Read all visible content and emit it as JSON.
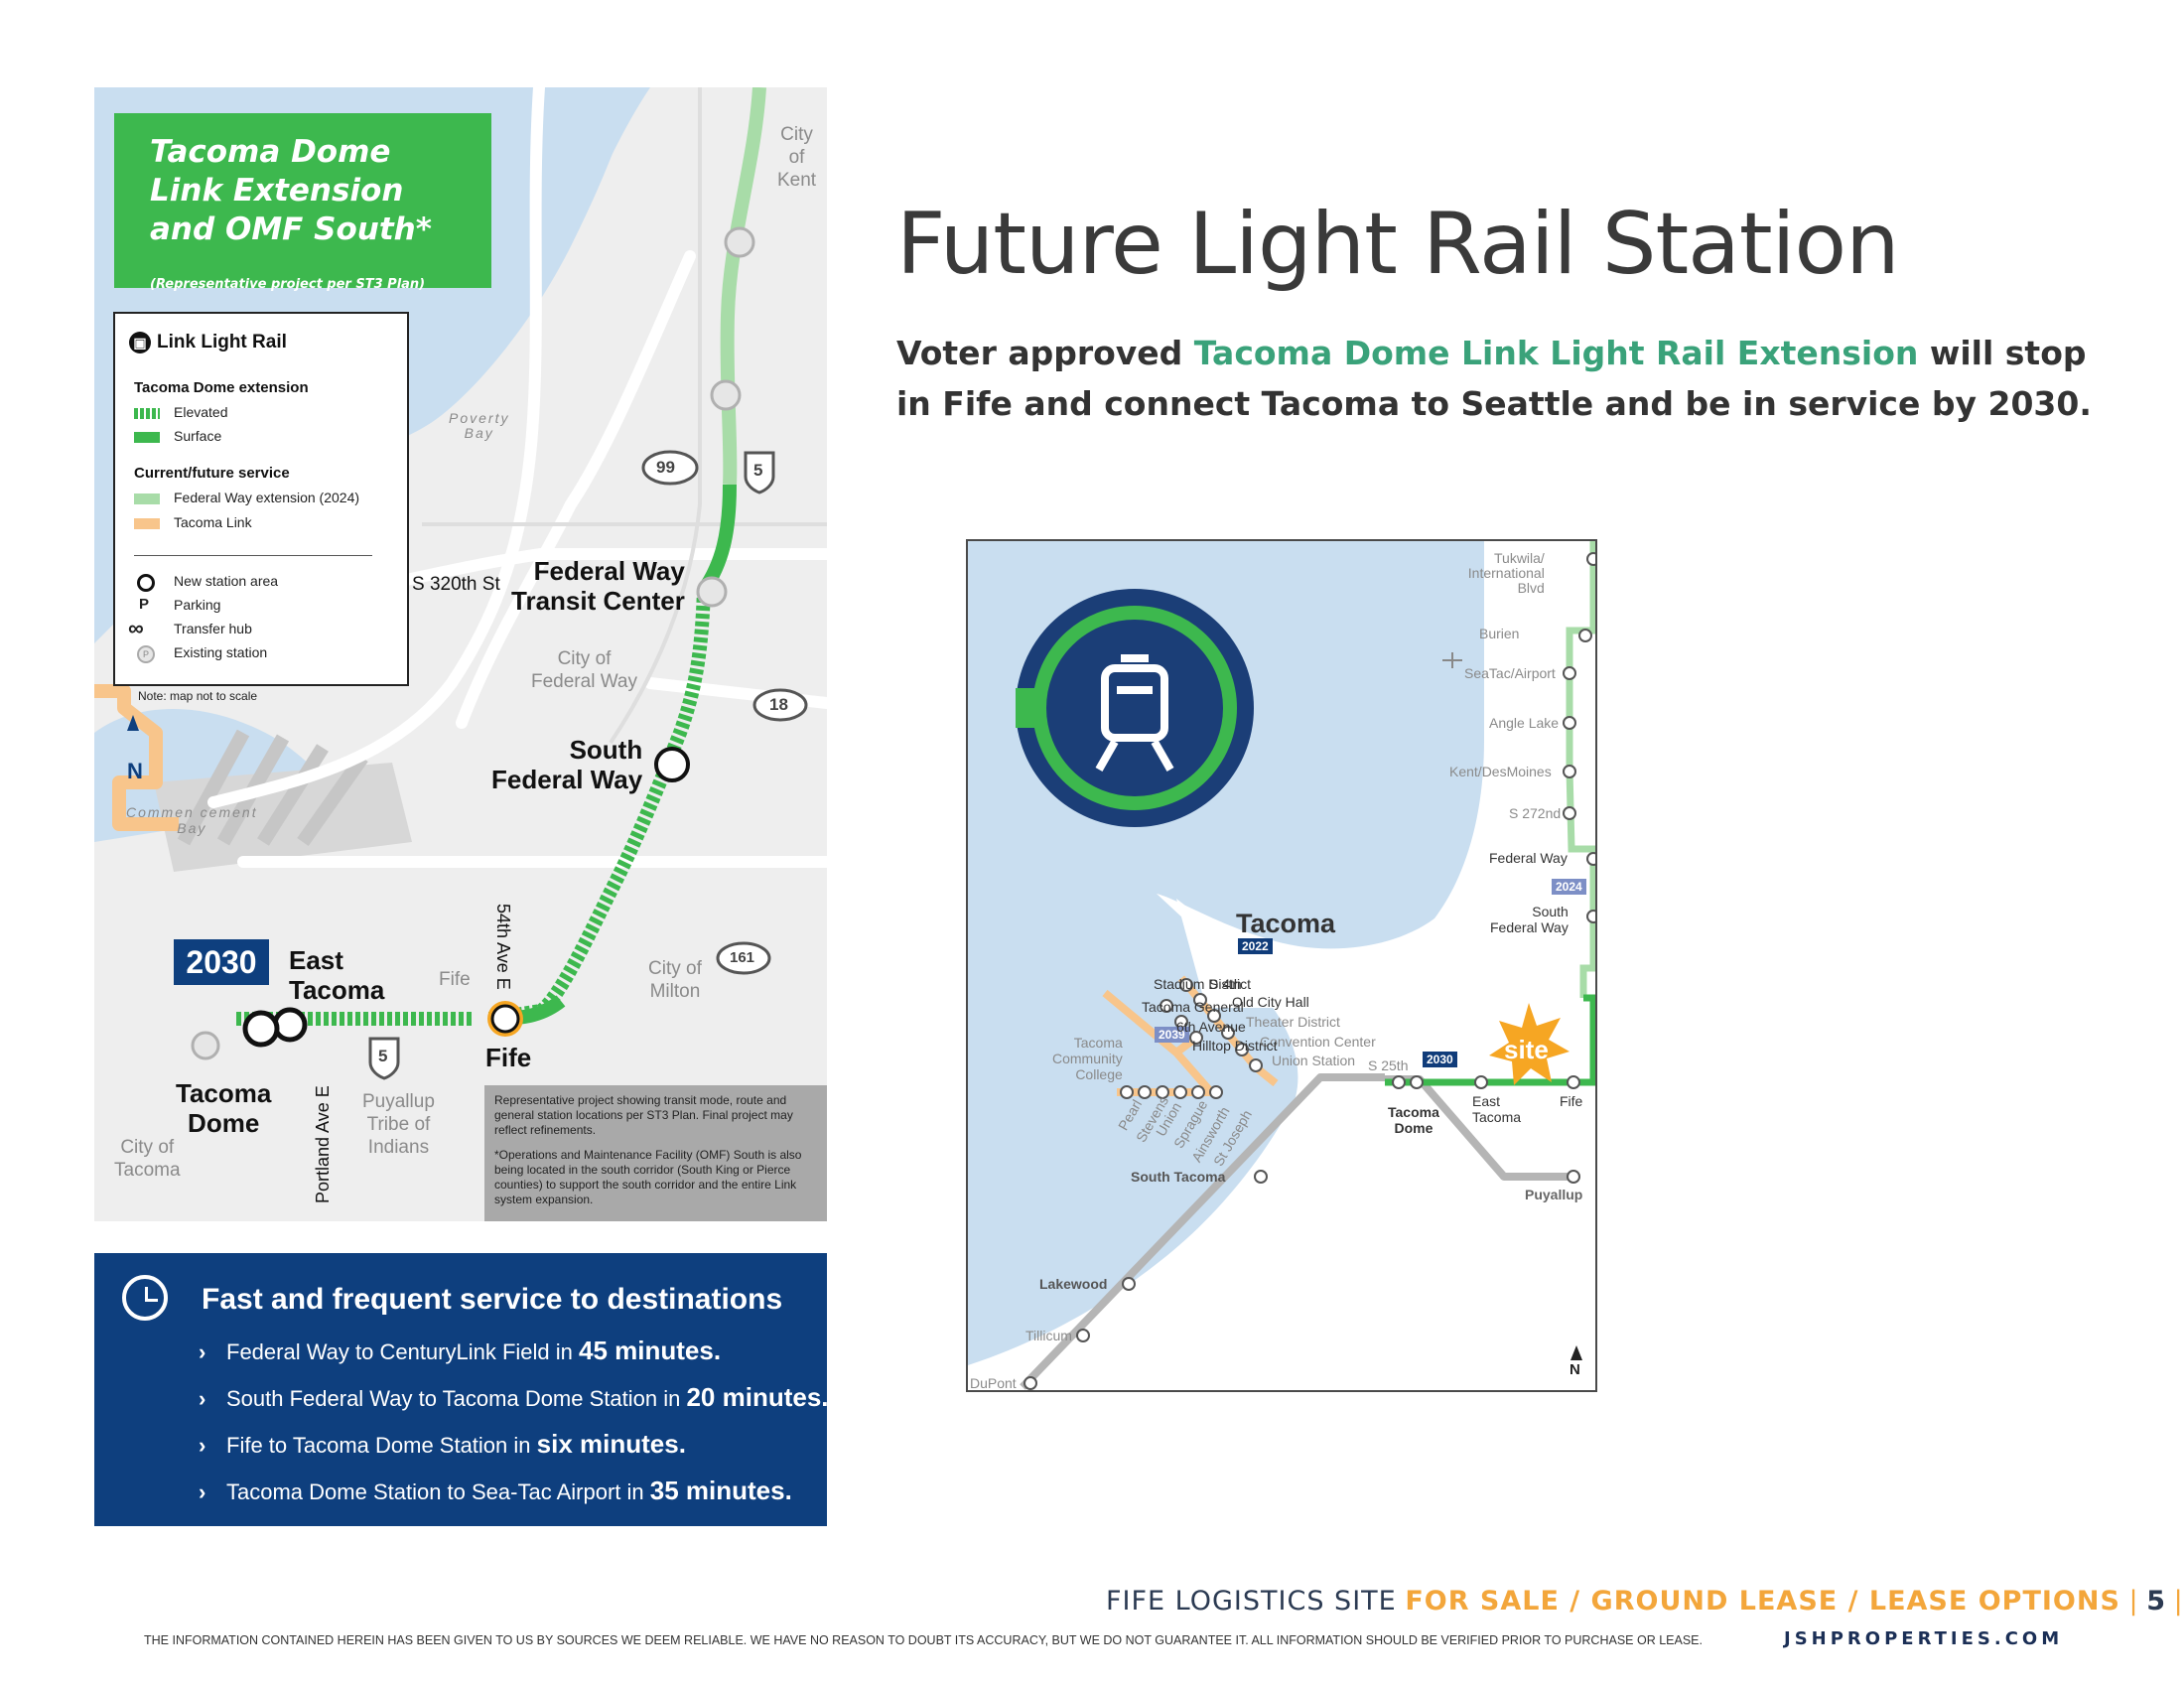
{
  "left_map": {
    "title": "Tacoma Dome Link Extension and OMF South",
    "title_lines": [
      "Tacoma Dome",
      "Link Extension",
      "and OMF South*"
    ],
    "subtitle": "(Representative project per ST3 Plan)",
    "legend": {
      "heading": "Link Light Rail",
      "group1": "Tacoma Dome extension",
      "elevated": "Elevated",
      "surface": "Surface",
      "group2": "Current/future service",
      "federal_way_ext": "Federal Way extension (2024)",
      "tacoma_link": "Tacoma Link",
      "new_station": "New station area",
      "parking": "Parking",
      "transfer": "Transfer hub",
      "existing": "Existing station",
      "note": "Note: map not to scale"
    },
    "north": "N",
    "places": {
      "city_of_kent": [
        "City",
        "of",
        "Kent"
      ],
      "poverty_bay": [
        "Poverty",
        "Bay"
      ],
      "commencement_bay": [
        "Commen    cement",
        "Bay"
      ],
      "city_of_federal_way": [
        "City of",
        "Federal Way"
      ],
      "city_of_milton": [
        "City of",
        "Milton"
      ],
      "city_of_tacoma": [
        "City of",
        "Tacoma"
      ],
      "puyallup_tribe": [
        "Puyallup",
        "Tribe of",
        "Indians"
      ],
      "fife_small": "Fife"
    },
    "roads": {
      "s320": "S 320th St",
      "54th": "54th Ave E",
      "portland": "Portland Ave E",
      "r99": "99",
      "r5a": "5",
      "r5b": "5",
      "r18": "18",
      "r161": "161"
    },
    "stations": {
      "federal_way_tc": [
        "Federal Way",
        "Transit Center"
      ],
      "south_federal_way": [
        "South",
        "Federal Way"
      ],
      "fife": "Fife",
      "east_tacoma": [
        "East",
        "Tacoma"
      ],
      "tacoma_dome": [
        "Tacoma",
        "Dome"
      ]
    },
    "year_badge": "2030",
    "note_p1": "Representative project showing transit mode, route and general station locations per ST3 Plan. Final project may reflect refinements.",
    "note_p2": "*Operations and Maintenance Facility (OMF) South is also being located in the south corridor (South King or Pierce counties) to support the south corridor and the entire Link system expansion.",
    "colors": {
      "green": "#3db84e",
      "light_green": "#a8dca8",
      "orange": "#f8c58b",
      "water": "#c9def0"
    }
  },
  "service": {
    "heading": "Fast and frequent service to destinations",
    "items": [
      {
        "prefix": "Federal Way to CenturyLink Field in ",
        "time": "45 minutes."
      },
      {
        "prefix": "South Federal Way to Tacoma Dome Station in ",
        "time": "20 minutes."
      },
      {
        "prefix": "Fife to Tacoma Dome Station in ",
        "time": "six minutes."
      },
      {
        "prefix": "Tacoma Dome Station to Sea-Tac Airport in ",
        "time": "35 minutes."
      }
    ],
    "arrow": "›"
  },
  "heading": "Future Light Rail Station",
  "intro": {
    "part1": "Voter approved ",
    "highlight": "Tacoma Dome Link Light Rail Extension",
    "part2": " will stop in Fife and connect Tacoma to Seattle and be in service by 2030."
  },
  "right_map": {
    "city": "Tacoma",
    "site": "site",
    "north": "N",
    "badges": {
      "b2022": "2022",
      "b2039": "2039",
      "b2030": "2030",
      "b2024": "2024"
    },
    "stations": {
      "tukwila": [
        "Tukwila/",
        "International",
        "Blvd"
      ],
      "burien": "Burien",
      "seatac": "SeaTac/Airport",
      "angle_lake": "Angle Lake",
      "kent_desmoines": "Kent/DesMoines",
      "s272": "S 272nd",
      "federal_way": "Federal Way",
      "south_federal_way": [
        "South",
        "Federal Way"
      ],
      "fife": "Fife",
      "east_tacoma": [
        "East",
        "Tacoma"
      ],
      "tacoma_dome": [
        "Tacoma",
        "Dome"
      ],
      "s25th": "S 25th",
      "puyallup": "Puyallup",
      "south_tacoma": "South Tacoma",
      "lakewood": "Lakewood",
      "tillicum": "Tillicum",
      "dupont": "DuPont",
      "stadium": "Stadium District",
      "s4th": "S 4th",
      "old_city_hall": "Old City Hall",
      "theater": "Theater District",
      "convention": "Convention Center",
      "union_station": "Union Station",
      "tacoma_general": "Tacoma General",
      "sixth_ave": "6th Avenue",
      "hilltop": "Hilltop District",
      "tcc": [
        "Tacoma",
        "Community",
        "College"
      ],
      "pearl": "Pearl",
      "stevens": "Stevens",
      "union": "Union",
      "sprague": "Sprague",
      "ainsworth": "Ainsworth",
      "st_joseph": "St Joseph"
    }
  },
  "footer": {
    "site": "FIFE LOGISTICS SITE",
    "options": "FOR SALE / GROUND LEASE / LEASE OPTIONS",
    "sep": "|",
    "page": "5",
    "end_bar": "|",
    "disclaimer": "THE INFORMATION CONTAINED HEREIN HAS BEEN GIVEN TO US BY SOURCES WE DEEM RELIABLE. WE HAVE NO REASON TO DOUBT ITS ACCURACY, BUT WE DO NOT GUARANTEE IT. ALL INFORMATION SHOULD BE VERIFIED PRIOR TO PURCHASE OR LEASE.",
    "website": "JSHPROPERTIES.COM"
  }
}
